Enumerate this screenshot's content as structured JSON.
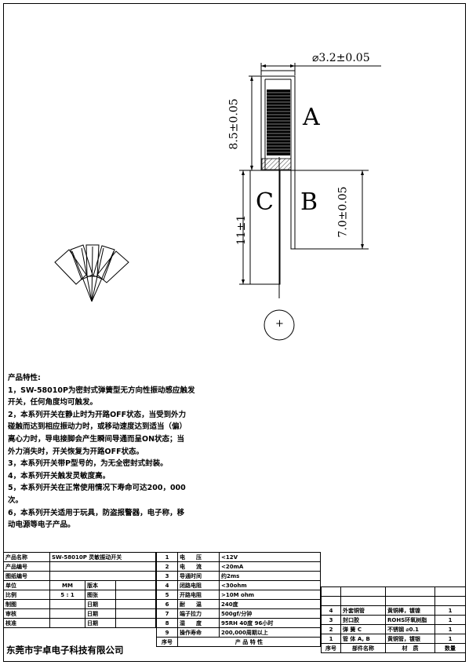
{
  "dimensions": {
    "diameter": "⌀3.2±0.05",
    "length_a": "8.5±0.05",
    "lead_c": "11±1",
    "length_b": "7.0±0.05"
  },
  "part_labels": {
    "a": "A",
    "b": "B",
    "c": "C"
  },
  "symbol_plus": "+",
  "features": {
    "heading": "产品特性:",
    "lines": [
      "1，SW-58010P为密封式弹簧型无方向性振动感应触发",
      "开关，任何角度均可触发。",
      "2，本系列开关在静止时为开路OFF状态，当受到外力",
      "碰触而达到相应振动力时，或移动速度达到适当（偏）",
      "离心力时，导电接脚会产生瞬间导通而呈ON状态；当",
      "外力消失时，开关恢复为开路OFF状态。",
      "3，本系列开关带P型号的，为无全密封式封装。",
      "4，本系列开关触发灵敏度高。",
      "5，本系列开关在正常使用情况下寿命可达200，000",
      "次。",
      "6，本系列开关适用于玩具，防盗报警器，电子称，移",
      "动电源等电子产品。"
    ]
  },
  "title_block": {
    "product_name_label": "产品名称",
    "product_name_value": "SW-58010P 灵敏振动开关",
    "product_no_label": "产品编号",
    "drawing_no_label": "图纸编号",
    "unit_label": "单位",
    "unit_value": "MM",
    "version_label": "版本",
    "scale_label": "比例",
    "scale_value": "5 : 1",
    "sheets_label": "图张",
    "drawn_label": "制图",
    "checked_label": "审核",
    "approved_label": "核准",
    "date_label": "日期",
    "company": "东莞市宇卓电子科技有限公司",
    "seq_label": "序号"
  },
  "spec_rows": [
    {
      "no": "1",
      "name": "电　　压",
      "value": "<12V"
    },
    {
      "no": "2",
      "name": "电　　流",
      "value": "<20mA"
    },
    {
      "no": "3",
      "name": "导通时间",
      "value": "约2ms"
    },
    {
      "no": "4",
      "name": "闭路电阻",
      "value": "<30ohm"
    },
    {
      "no": "5",
      "name": "开路电阻",
      "value": ">10M ohm"
    },
    {
      "no": "6",
      "name": "耐　　温",
      "value": "240度"
    },
    {
      "no": "7",
      "name": "端子拉力",
      "value": "500gf/分钟"
    },
    {
      "no": "8",
      "name": "湿　　度",
      "value": "95RH 40度 96小时"
    },
    {
      "no": "9",
      "name": "操作寿命",
      "value": "200,000周期以上"
    }
  ],
  "spec_footer": "产 品 特 性",
  "parts_rows": [
    {
      "no": "4",
      "name": "外套铜管",
      "material": "黄铜棒，镀镍",
      "qty": "1"
    },
    {
      "no": "3",
      "name": "封口胶",
      "material": "ROHS环氧树脂",
      "qty": "1"
    },
    {
      "no": "2",
      "name": "弹 簧 C",
      "material": "不锈钢 ⌀0.1",
      "qty": "1"
    },
    {
      "no": "1",
      "name": "管 体 A, B",
      "material": "黄铜管，镀银",
      "qty": "1"
    }
  ],
  "parts_footer": {
    "no": "序号",
    "name": "部件名称",
    "material": "材　质",
    "qty": "数量"
  }
}
